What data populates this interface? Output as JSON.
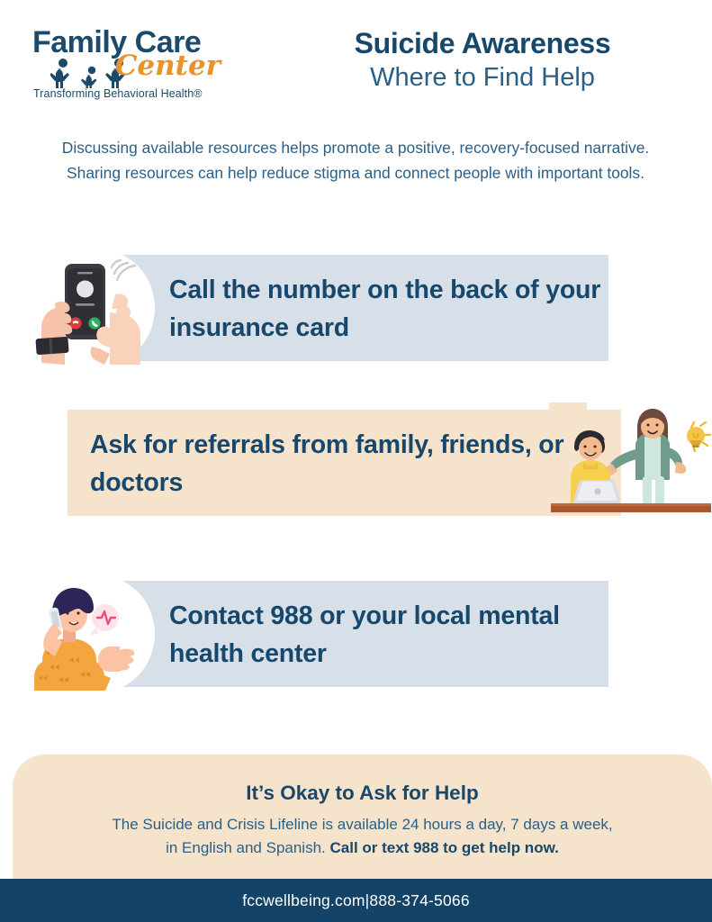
{
  "header": {
    "logo": {
      "line1": "Family Care",
      "line2": "Center",
      "tagline": "Transforming Behavioral Health®",
      "icon": "three-people-figures-icon",
      "color_navy": "#1b4a6b",
      "color_orange": "#e8912d"
    },
    "title_main": "Suicide Awareness",
    "title_sub": "Where to Find Help"
  },
  "intro": {
    "text": "Discussing available resources helps promote a positive, recovery-focused narrative. Sharing resources can help reduce stigma and connect people with important tools."
  },
  "cards": [
    {
      "text": "Call the number on the back of your insurance card",
      "band_color": "#d7dfe8",
      "illustration": "hands-holding-phone-incoming-call-illustration"
    },
    {
      "text": "Ask for referrals from family, friends, or doctors",
      "band_color": "#f5e3cc",
      "illustration": "two-people-laptop-lightbulb-illustration"
    },
    {
      "text": "Contact 988 or your local mental health center",
      "band_color": "#d7dfe8",
      "illustration": "person-on-phone-call-illustration"
    }
  ],
  "callout": {
    "title": "It’s Okay to Ask for Help",
    "body_line1": "The Suicide and Crisis Lifeline is available 24 hours a day, 7 days a week,",
    "body_line2_normal": "in English and Spanish. ",
    "body_line2_bold": "Call or text 988 to get help now.",
    "background": "#f5e3cc"
  },
  "footer": {
    "website": "fccwellbeing.com",
    "separator": " | ",
    "phone": "888-374-5066",
    "background": "#134468"
  }
}
